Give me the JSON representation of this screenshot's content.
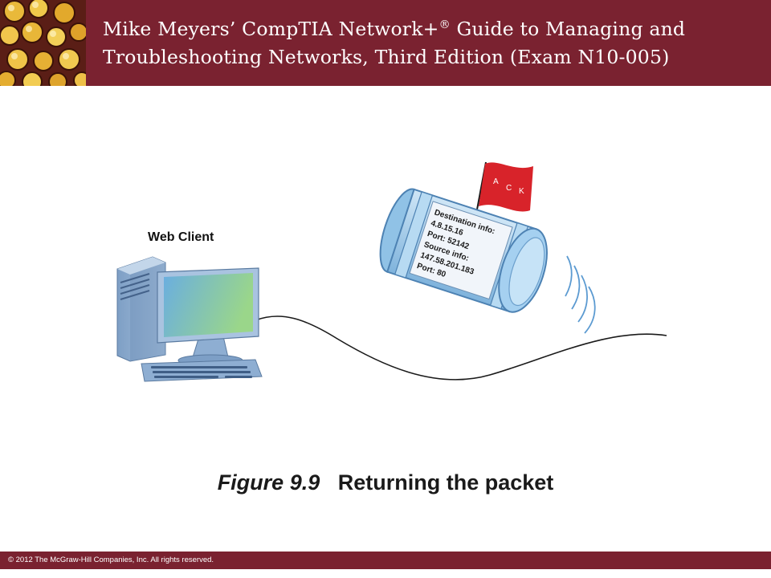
{
  "header": {
    "title_line1_pre": "Mike Meyers’ CompTIA Network+",
    "title_sup": "®",
    "title_line1_post": " Guide to Managing and",
    "title_line2": "Troubleshooting Networks, Third Edition (Exam N10-005)"
  },
  "diagram": {
    "client_label": "Web Client",
    "flag_letters": [
      "A",
      "C",
      "K"
    ],
    "packet_lines": [
      "Destination info:",
      "4.8.15.16",
      "Port: 52142",
      "Source info:",
      "147.58.201.183",
      "Port: 80"
    ]
  },
  "caption": {
    "figure_label": "Figure 9.9",
    "text": "Returning the packet"
  },
  "footer": {
    "copyright": "© 2012 The McGraw-Hill Companies, Inc. All rights reserved."
  },
  "colors": {
    "brand": "#7a2230",
    "monitor_body": "#8fb2d6",
    "screen_gradient_start": "#6aaee0",
    "screen_gradient_end": "#9ad68a",
    "flag": "#d8232a",
    "packet_body": "#a9d0ec"
  }
}
